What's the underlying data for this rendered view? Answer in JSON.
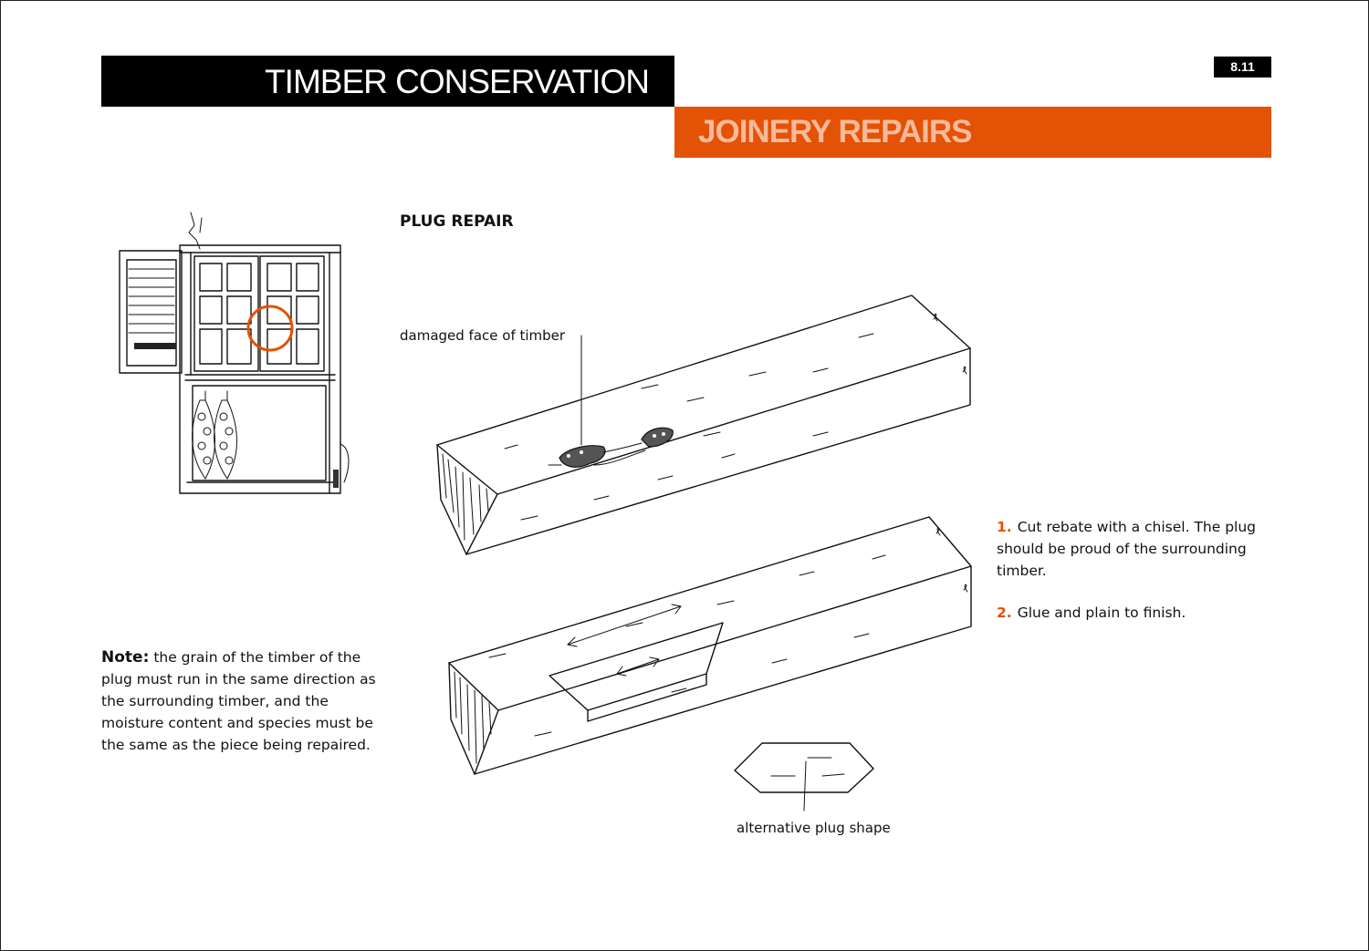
{
  "header": {
    "title": "TIMBER CONSERVATION",
    "subtitle": "JOINERY REPAIRS",
    "page_number": "8.11"
  },
  "section": {
    "heading": "PLUG REPAIR"
  },
  "labels": {
    "damaged_face": "damaged face of timber",
    "alternative_plug": "alternative plug shape"
  },
  "steps": [
    {
      "number": "1.",
      "text": "Cut rebate with a chisel. The plug should be proud of the surrounding timber."
    },
    {
      "number": "2.",
      "text": "Glue and plain to finish."
    }
  ],
  "note": {
    "label": "Note:",
    "text": "the grain of the timber of the plug must run in the same direction as the surrounding timber, and the moisture content and species must be the same as the piece being repaired."
  },
  "colors": {
    "accent": "#e35205",
    "accent_light": "#f8b99a",
    "header_bg": "#000000"
  }
}
